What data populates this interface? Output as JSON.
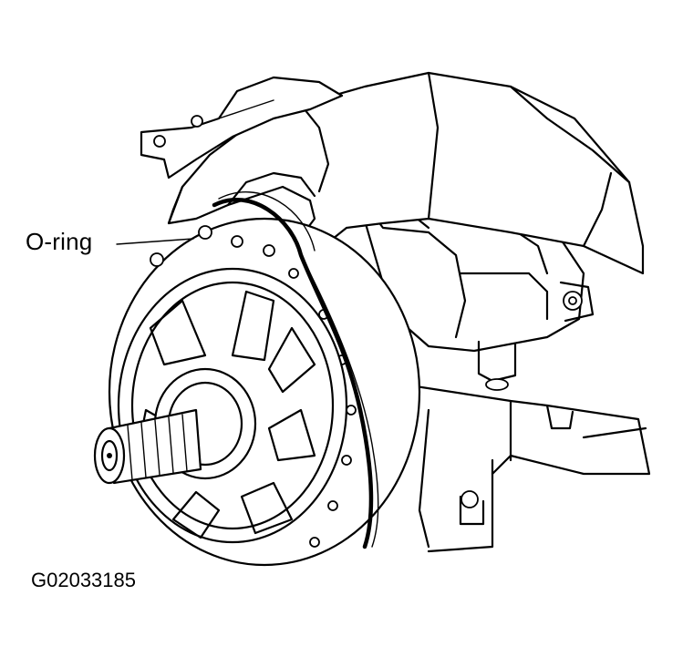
{
  "diagram": {
    "callouts": [
      {
        "id": "o-ring",
        "label": "O-ring"
      }
    ],
    "figure_id": "G02033185",
    "colors": {
      "line": "#000000",
      "background": "#ffffff"
    }
  }
}
